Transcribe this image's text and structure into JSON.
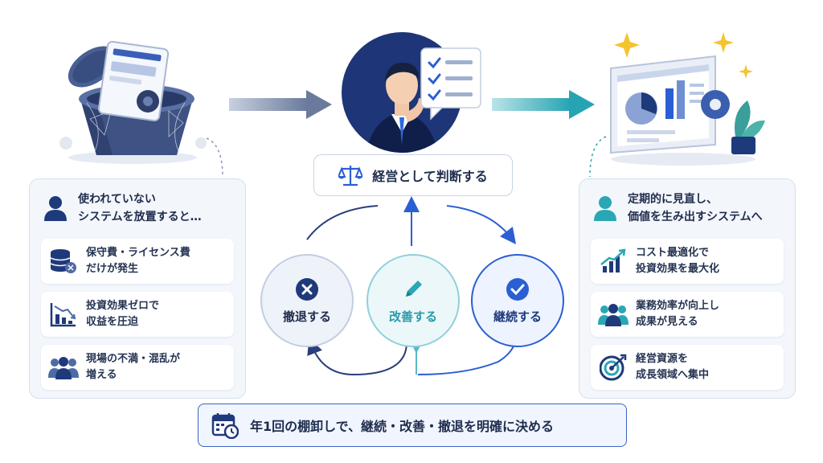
{
  "left_panel": {
    "title_line1": "使われていない",
    "title_line2": "システムを放置すると…",
    "items": [
      {
        "line1": "保守費・ライセンス費",
        "line2": "だけが発生",
        "icon": "database-coin-icon"
      },
      {
        "line1": "投資効果ゼロで",
        "line2": "収益を圧迫",
        "icon": "declining-chart-icon"
      },
      {
        "line1": "現場の不満・混乱が",
        "line2": "増える",
        "icon": "people-group-icon"
      }
    ]
  },
  "center": {
    "judgement_label": "経営として判断する",
    "options": [
      {
        "label": "撤退する",
        "icon": "close-icon"
      },
      {
        "label": "改善する",
        "icon": "pencil-icon"
      },
      {
        "label": "継続する",
        "icon": "check-icon"
      }
    ]
  },
  "right_panel": {
    "title_line1": "定期的に見直し、",
    "title_line2": "価値を生み出すシステムへ",
    "items": [
      {
        "line1": "コスト最適化で",
        "line2": "投資効果を最大化",
        "icon": "rising-chart-icon"
      },
      {
        "line1": "業務効率が向上し",
        "line2": "成果が見える",
        "icon": "team-icon"
      },
      {
        "line1": "経営資源を",
        "line2": "成長領域へ集中",
        "icon": "target-icon"
      }
    ]
  },
  "banner": {
    "text": "年1回の棚卸しで、継続・改善・撤退を明確に決める",
    "icon": "calendar-clock-icon"
  },
  "colors": {
    "navy": "#1f3a7a",
    "teal": "#2aa7b5",
    "blue": "#2a5fd4",
    "panel_bg": "#f3f6fb"
  }
}
